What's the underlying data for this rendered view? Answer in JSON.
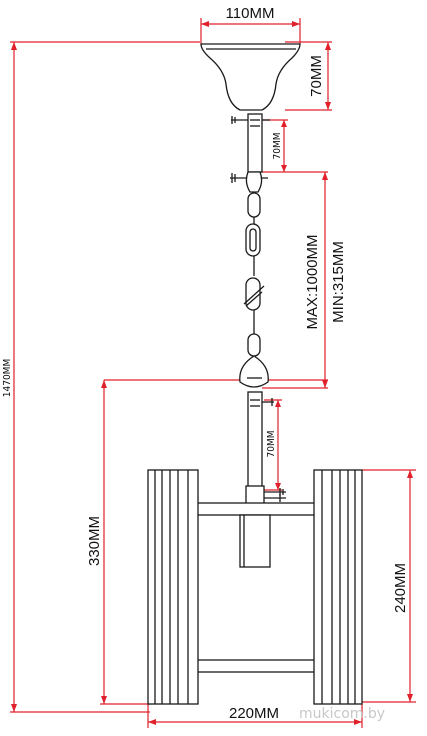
{
  "dimensions": {
    "canopy_width": "110MM",
    "canopy_height": "70MM",
    "rod_top": "70MM",
    "chain_max": "MAX:1000MM",
    "chain_min": "MIN:315MM",
    "total_height": "1470MM",
    "rod_bottom": "70MM",
    "body_height": "330MM",
    "shade_height": "240MM",
    "body_width": "220MM"
  },
  "watermark": "mukicom.by",
  "colors": {
    "dimension_line": "#e0202a",
    "drawing_line": "#1a1a1a"
  }
}
